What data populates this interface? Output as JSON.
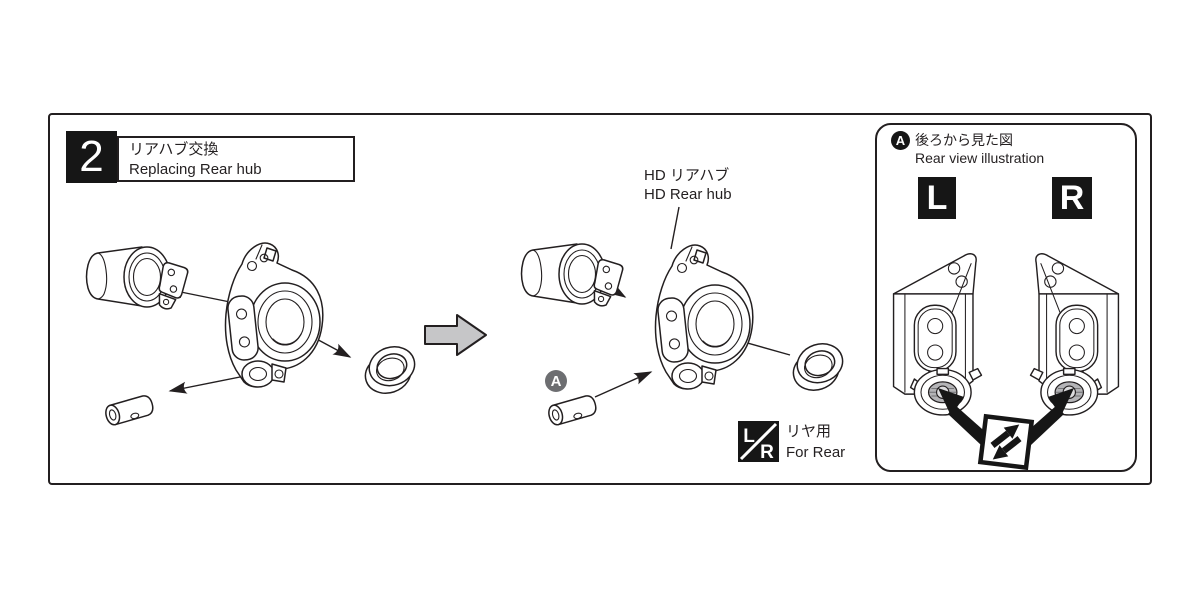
{
  "step": {
    "number": "2",
    "title_jp": "リアハブ交換",
    "title_en": "Replacing Rear hub"
  },
  "assembly": {
    "hd_hub_label_jp": "HD リアハブ",
    "hd_hub_label_en": "HD Rear hub",
    "marker": "A"
  },
  "for_rear": {
    "icon_left": "L",
    "icon_right": "R",
    "jp": "リヤ用",
    "en": "For Rear"
  },
  "rear_view": {
    "marker": "A",
    "title_jp": "後ろから見た図",
    "title_en": "Rear view illustration",
    "left_label": "L",
    "right_label": "R"
  },
  "colors": {
    "line": "#231f20",
    "flow_arrow_gray": "#c6c6c8",
    "marker_gray": "#6d6e71",
    "boss_gray": "#b4b4b7"
  }
}
